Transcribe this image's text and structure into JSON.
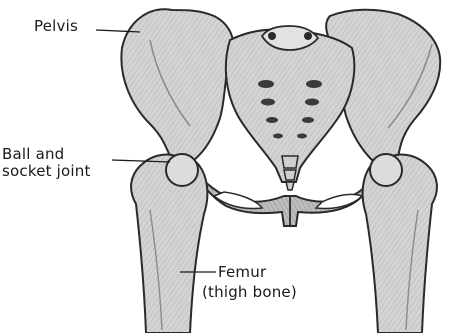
{
  "labels": {
    "pelvis": "Pelvis",
    "ball_socket_line1": "Ball and",
    "ball_socket_line2": "socket joint",
    "femur_line1": "Femur",
    "femur_line2": "(thigh bone)"
  },
  "colors": {
    "bone_fill": "#d6d6d6",
    "bone_shadow": "#9e9e9e",
    "outline": "#2a2a2a",
    "background": "#ffffff"
  }
}
